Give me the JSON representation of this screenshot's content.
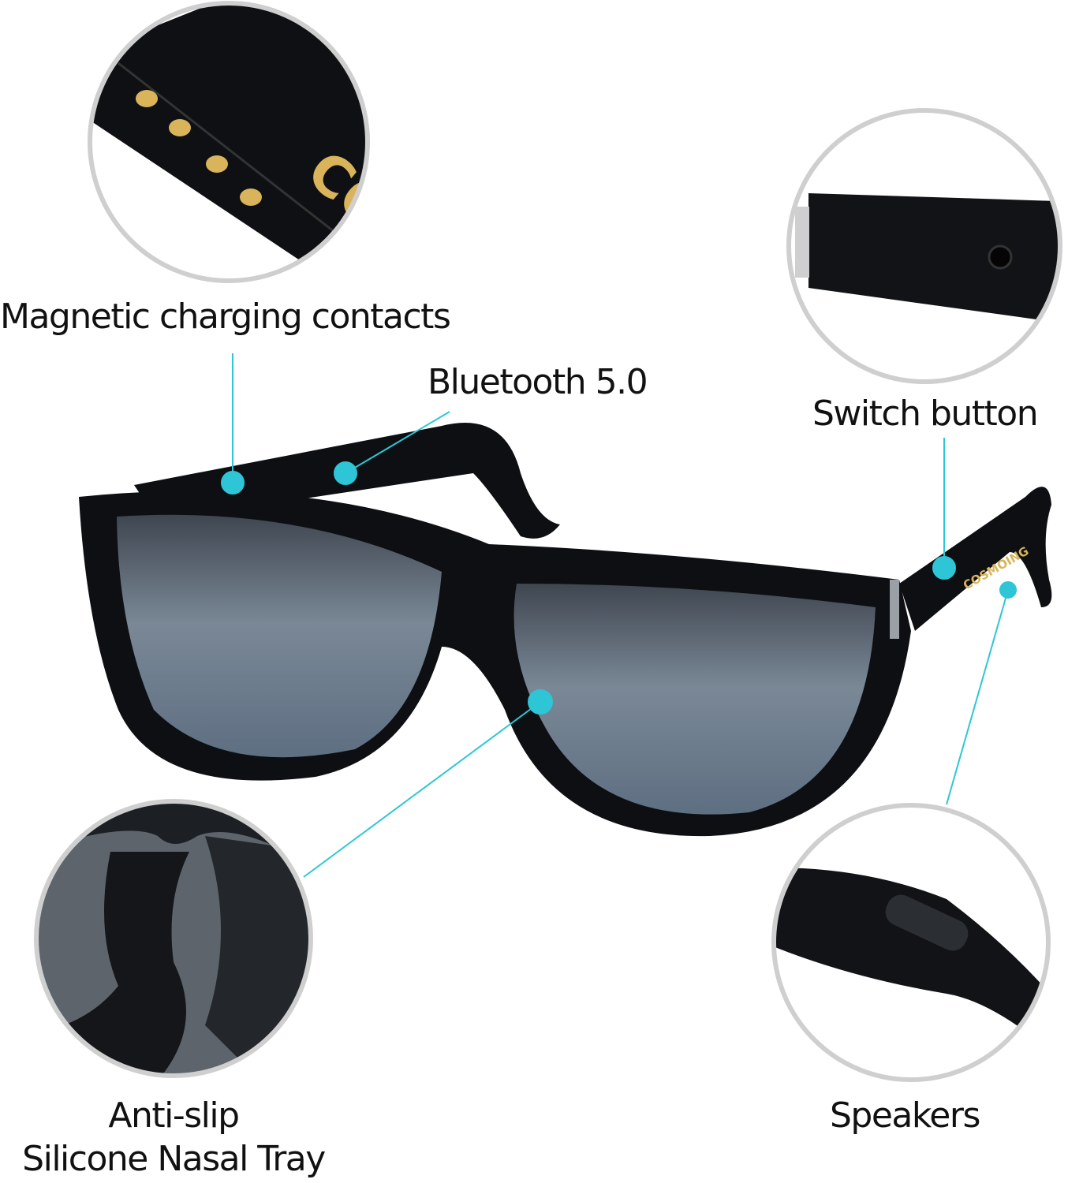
{
  "labels": {
    "magnetic": "Magnetic charging contacts",
    "bluetooth": "Bluetooth 5.0",
    "switch": "Switch button",
    "nasal_line1": "Anti-slip",
    "nasal_line2": "Silicone Nasal Tray",
    "speakers": "Speakers"
  },
  "brand": "COSMOING",
  "colors": {
    "callout": "#2ec6d6",
    "circle_border": "#cfcfcf",
    "frame": "#0d0f12"
  }
}
